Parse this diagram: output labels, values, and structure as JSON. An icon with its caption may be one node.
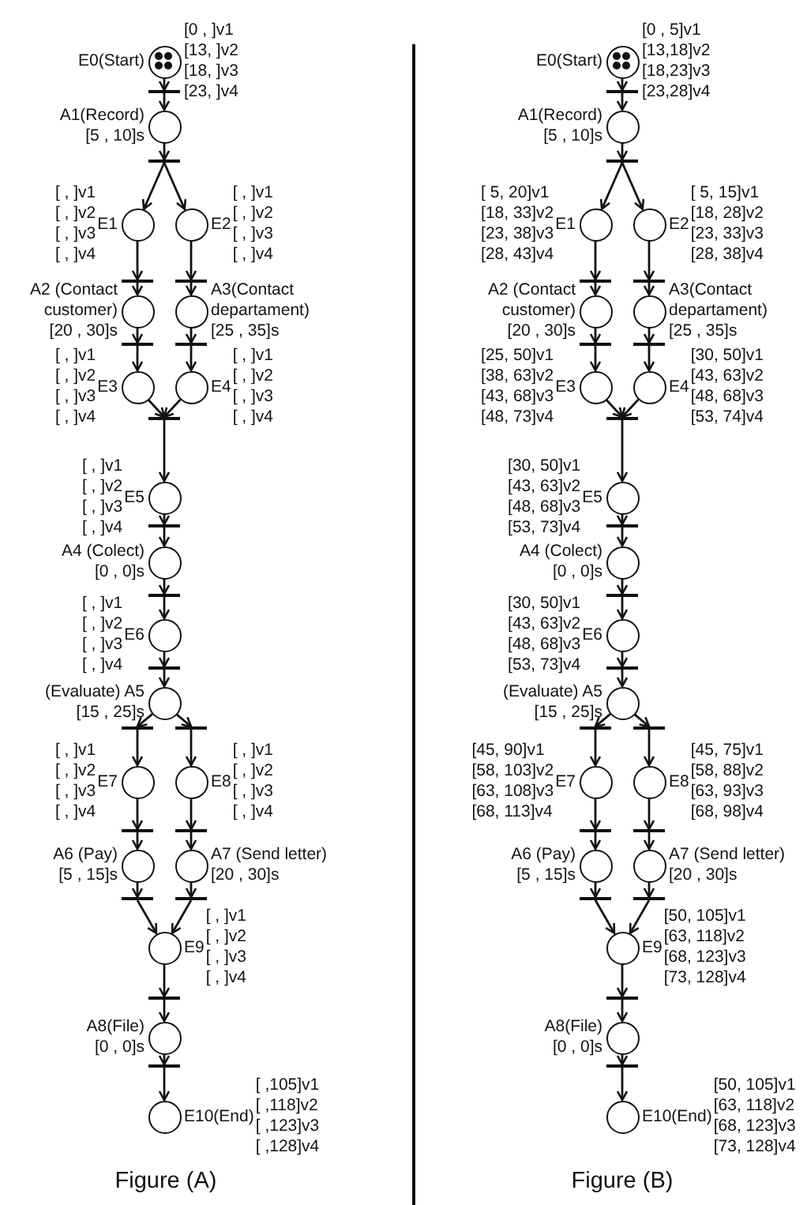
{
  "diagram": {
    "nodes": [
      {
        "text": [],
        "shape": "circle",
        "beside": [
          "E0(Start)",
          "[0 , ]v1",
          "[13, ]v2",
          "[18, ]v3",
          "[23, ]v4"
        ]
      },
      {
        "text": [],
        "shape": "bar"
      },
      {
        "text": [],
        "shape": "circle",
        "beside": [
          "A1(Record)",
          "[5 , 10]s"
        ]
      },
      {
        "text": [],
        "shape": "bar"
      },
      {
        "text": [],
        "shape": "circle",
        "beside": [
          "E1",
          "[ , ]v1",
          "[ , ]v2",
          "[ , ]v3",
          "[ , ]v4"
        ]
      },
      {
        "text": [],
        "shape": "circle",
        "beside": [
          "E2",
          "[ , ]v1",
          "[ , ]v2",
          "[ , ]v3",
          "[ , ]v4"
        ]
      },
      {
        "text": [],
        "shape": "bar"
      },
      {
        "text": [],
        "shape": "bar"
      },
      {
        "text": [],
        "shape": "circle",
        "beside": [
          "A2 (Contact customer)",
          "[20 , 30]s"
        ]
      },
      {
        "text": [],
        "shape": "circle",
        "beside": [
          "A3(Contact departament)",
          "[25 , 35]s"
        ]
      },
      {
        "text": [],
        "shape": "bar"
      },
      {
        "text": [],
        "shape": "bar"
      },
      {
        "text": [],
        "shape": "circle",
        "beside": [
          "E3",
          "[ , ]v1",
          "[ , ]v2",
          "[ , ]v3",
          "[ , ]v4"
        ]
      },
      {
        "text": [],
        "shape": "circle",
        "beside": [
          "E4",
          "[ , ]v1",
          "[ , ]v2",
          "[ , ]v3",
          "[ , ]v4"
        ]
      },
      {
        "text": [],
        "shape": "bar"
      },
      {
        "text": [],
        "shape": "circle",
        "beside": [
          "E5",
          "[ , ]v1",
          "[ , ]v2",
          "[ , ]v3",
          "[ , ]v4"
        ]
      },
      {
        "text": [],
        "shape": "bar"
      },
      {
        "text": [],
        "shape": "circle",
        "beside": [
          "A4 (Colect)",
          "[0 , 0]s"
        ]
      },
      {
        "text": [],
        "shape": "bar"
      },
      {
        "text": [],
        "shape": "circle",
        "beside": [
          "E6",
          "[ , ]v1",
          "[ , ]v2",
          "[ , ]v3",
          "[ , ]v4"
        ]
      },
      {
        "text": [],
        "shape": "bar"
      },
      {
        "text": [],
        "shape": "circle",
        "beside": [
          "(Evaluate) A5",
          "[15 , 25]s"
        ]
      },
      {
        "text": [],
        "shape": "bar"
      },
      {
        "text": [],
        "shape": "bar"
      },
      {
        "text": [],
        "shape": "circle",
        "beside": [
          "E7",
          "[ , ]v1",
          "[ , ]v2",
          "[ , ]v3",
          "[ , ]v4"
        ]
      },
      {
        "text": [],
        "shape": "circle",
        "beside": [
          "E8",
          "[ , ]v1",
          "[ , ]v2",
          "[ , ]v3",
          "[ , ]v4"
        ]
      },
      {
        "text": [],
        "shape": "bar"
      },
      {
        "text": [],
        "shape": "bar"
      },
      {
        "text": [],
        "shape": "circle",
        "beside": [
          "A6 (Pay)",
          "[5 , 15]s"
        ]
      },
      {
        "text": [],
        "shape": "circle",
        "beside": [
          "A7 (Send letter)",
          "[20 , 30]s"
        ]
      },
      {
        "text": [],
        "shape": "bar"
      },
      {
        "text": [],
        "shape": "bar"
      },
      {
        "text": [],
        "shape": "circle",
        "beside": [
          "E9",
          "[ , ]v1",
          "[ , ]v2",
          "[ , ]v3",
          "[ , ]v4"
        ]
      },
      {
        "text": [],
        "shape": "bar"
      },
      {
        "text": [],
        "shape": "circle",
        "beside": [
          "A8(File)",
          "[0 , 0]s"
        ]
      },
      {
        "text": [],
        "shape": "bar"
      },
      {
        "text": [],
        "shape": "circle",
        "beside": [
          "E10(End)",
          "[ ,105]v1",
          "[ ,118]v2",
          "[ ,123]v3",
          "[ ,128]v4"
        ]
      },
      {
        "text": [],
        "shape": "circle",
        "beside": [
          "E0(Start)",
          "[0 , 5]v1",
          "[13,18]v2",
          "[18,23]v3",
          "[23,28]v4"
        ]
      },
      {
        "text": [],
        "shape": "bar"
      },
      {
        "text": [],
        "shape": "circle",
        "beside": [
          "A1(Record)",
          "[5 , 10]s"
        ]
      },
      {
        "text": [],
        "shape": "bar"
      },
      {
        "text": [],
        "shape": "circle",
        "beside": [
          "E1",
          "[ 5, 20]v1",
          "[18, 33]v2",
          "[23, 38]v3",
          "[28, 43]v4"
        ]
      },
      {
        "text": [],
        "shape": "circle",
        "beside": [
          "E2",
          "[ 5, 15]v1",
          "[18, 28]v2",
          "[23, 33]v3",
          "[28, 38]v4"
        ]
      },
      {
        "text": [],
        "shape": "bar"
      },
      {
        "text": [],
        "shape": "bar"
      },
      {
        "text": [],
        "shape": "circle",
        "beside": [
          "A2 (Contact customer)",
          "[20 , 30]s"
        ]
      },
      {
        "text": [],
        "shape": "circle",
        "beside": [
          "A3(Contact departament)",
          "[25 , 35]s"
        ]
      },
      {
        "text": [],
        "shape": "bar"
      },
      {
        "text": [],
        "shape": "bar"
      },
      {
        "text": [],
        "shape": "circle",
        "beside": [
          "E3",
          "[25, 50]v1",
          "[38, 63]v2",
          "[43, 68]v3",
          "[48, 73]v4"
        ]
      },
      {
        "text": [],
        "shape": "circle",
        "beside": [
          "E4",
          "[30, 50]v1",
          "[43, 63]v2",
          "[48, 68]v3",
          "[53, 74]v4"
        ]
      },
      {
        "text": [],
        "shape": "bar"
      },
      {
        "text": [],
        "shape": "circle",
        "beside": [
          "E5",
          "[30, 50]v1",
          "[43, 63]v2",
          "[48, 68]v3",
          "[53, 73]v4"
        ]
      },
      {
        "text": [],
        "shape": "bar"
      },
      {
        "text": [],
        "shape": "circle",
        "beside": [
          "A4 (Colect)",
          "[0 , 0]s"
        ]
      },
      {
        "text": [],
        "shape": "bar"
      },
      {
        "text": [],
        "shape": "circle",
        "beside": [
          "E6",
          "[30, 50]v1",
          "[43, 63]v2",
          "[48, 68]v3",
          "[53, 73]v4"
        ]
      },
      {
        "text": [],
        "shape": "bar"
      },
      {
        "text": [],
        "shape": "circle",
        "beside": [
          "(Evaluate) A5",
          "[15 , 25]s"
        ]
      },
      {
        "text": [],
        "shape": "bar"
      },
      {
        "text": [],
        "shape": "bar"
      },
      {
        "text": [],
        "shape": "circle",
        "beside": [
          "E7",
          "[45, 90]v1",
          "[58, 103]v2",
          "[63, 108]v3",
          "[68, 113]v4"
        ]
      },
      {
        "text": [],
        "shape": "circle",
        "beside": [
          "E8",
          "[45, 75]v1",
          "[58, 88]v2",
          "[63, 93]v3",
          "[68, 98]v4"
        ]
      },
      {
        "text": [],
        "shape": "bar"
      },
      {
        "text": [],
        "shape": "bar"
      },
      {
        "text": [],
        "shape": "circle",
        "beside": [
          "A6 (Pay)",
          "[5 , 15]s"
        ]
      },
      {
        "text": [],
        "shape": "circle",
        "beside": [
          "A7 (Send letter)",
          "[20 , 30]s"
        ]
      },
      {
        "text": [],
        "shape": "bar"
      },
      {
        "text": [],
        "shape": "bar"
      },
      {
        "text": [],
        "shape": "circle",
        "beside": [
          "E9",
          "[50, 105]v1",
          "[63, 118]v2",
          "[68, 123]v3",
          "[73, 128]v4"
        ]
      },
      {
        "text": [],
        "shape": "bar"
      },
      {
        "text": [],
        "shape": "circle",
        "beside": [
          "A8(File)",
          "[0 , 0]s"
        ]
      },
      {
        "text": [],
        "shape": "bar"
      },
      {
        "text": [],
        "shape": "circle",
        "beside": [
          "E10(End)",
          "[50, 105]v1",
          "[63, 118]v2",
          "[68, 123]v3",
          "[73, 128]v4"
        ]
      }
    ],
    "edges": [
      {
        "from": 0,
        "to": 1,
        "arrow": "to"
      },
      {
        "from": 1,
        "to": 2,
        "arrow": "to"
      },
      {
        "from": 2,
        "to": 3,
        "arrow": "to"
      },
      {
        "from": 3,
        "to": 4,
        "arrow": "to"
      },
      {
        "from": 3,
        "to": 5,
        "arrow": "to"
      },
      {
        "from": 4,
        "to": 6,
        "arrow": "to"
      },
      {
        "from": 6,
        "to": 8,
        "arrow": "to"
      },
      {
        "from": 5,
        "to": 7,
        "arrow": "to"
      },
      {
        "from": 7,
        "to": 9,
        "arrow": "to"
      },
      {
        "from": 8,
        "to": 10,
        "arrow": "to"
      },
      {
        "from": 10,
        "to": 12,
        "arrow": "to"
      },
      {
        "from": 9,
        "to": 11,
        "arrow": "to"
      },
      {
        "from": 11,
        "to": 13,
        "arrow": "to"
      },
      {
        "from": 12,
        "to": 14,
        "arrow": "to"
      },
      {
        "from": 13,
        "to": 14,
        "arrow": "to"
      },
      {
        "from": 14,
        "to": 15,
        "arrow": "to"
      },
      {
        "from": 15,
        "to": 16,
        "arrow": "to"
      },
      {
        "from": 16,
        "to": 17,
        "arrow": "to"
      },
      {
        "from": 17,
        "to": 18,
        "arrow": "to"
      },
      {
        "from": 18,
        "to": 19,
        "arrow": "to"
      },
      {
        "from": 19,
        "to": 20,
        "arrow": "to"
      },
      {
        "from": 20,
        "to": 21,
        "arrow": "to"
      },
      {
        "from": 21,
        "to": 22,
        "arrow": "to"
      },
      {
        "from": 21,
        "to": 23,
        "arrow": "to"
      },
      {
        "from": 22,
        "to": 24,
        "arrow": "to"
      },
      {
        "from": 23,
        "to": 25,
        "arrow": "to"
      },
      {
        "from": 24,
        "to": 26,
        "arrow": "to"
      },
      {
        "from": 26,
        "to": 28,
        "arrow": "to"
      },
      {
        "from": 25,
        "to": 27,
        "arrow": "to"
      },
      {
        "from": 27,
        "to": 29,
        "arrow": "to"
      },
      {
        "from": 28,
        "to": 30,
        "arrow": "to"
      },
      {
        "from": 29,
        "to": 31,
        "arrow": "to"
      },
      {
        "from": 30,
        "to": 32,
        "arrow": "to"
      },
      {
        "from": 31,
        "to": 32,
        "arrow": "to"
      },
      {
        "from": 32,
        "to": 33,
        "arrow": "to"
      },
      {
        "from": 33,
        "to": 34,
        "arrow": "to"
      },
      {
        "from": 34,
        "to": 35,
        "arrow": "to"
      },
      {
        "from": 35,
        "to": 36,
        "arrow": "to"
      },
      {
        "from": 37,
        "to": 38,
        "arrow": "to"
      },
      {
        "from": 38,
        "to": 39,
        "arrow": "to"
      },
      {
        "from": 39,
        "to": 40,
        "arrow": "to"
      },
      {
        "from": 40,
        "to": 41,
        "arrow": "to"
      },
      {
        "from": 40,
        "to": 42,
        "arrow": "to"
      },
      {
        "from": 41,
        "to": 43,
        "arrow": "to"
      },
      {
        "from": 43,
        "to": 45,
        "arrow": "to"
      },
      {
        "from": 42,
        "to": 44,
        "arrow": "to"
      },
      {
        "from": 44,
        "to": 46,
        "arrow": "to"
      },
      {
        "from": 45,
        "to": 47,
        "arrow": "to"
      },
      {
        "from": 47,
        "to": 49,
        "arrow": "to"
      },
      {
        "from": 46,
        "to": 48,
        "arrow": "to"
      },
      {
        "from": 48,
        "to": 50,
        "arrow": "to"
      },
      {
        "from": 49,
        "to": 51,
        "arrow": "to"
      },
      {
        "from": 50,
        "to": 51,
        "arrow": "to"
      },
      {
        "from": 51,
        "to": 52,
        "arrow": "to"
      },
      {
        "from": 52,
        "to": 53,
        "arrow": "to"
      },
      {
        "from": 53,
        "to": 54,
        "arrow": "to"
      },
      {
        "from": 54,
        "to": 55,
        "arrow": "to"
      },
      {
        "from": 55,
        "to": 56,
        "arrow": "to"
      },
      {
        "from": 56,
        "to": 57,
        "arrow": "to"
      },
      {
        "from": 57,
        "to": 58,
        "arrow": "to"
      },
      {
        "from": 58,
        "to": 59,
        "arrow": "to"
      },
      {
        "from": 58,
        "to": 60,
        "arrow": "to"
      },
      {
        "from": 59,
        "to": 61,
        "arrow": "to"
      },
      {
        "from": 60,
        "to": 62,
        "arrow": "to"
      },
      {
        "from": 61,
        "to": 63,
        "arrow": "to"
      },
      {
        "from": 63,
        "to": 65,
        "arrow": "to"
      },
      {
        "from": 62,
        "to": 64,
        "arrow": "to"
      },
      {
        "from": 64,
        "to": 66,
        "arrow": "to"
      },
      {
        "from": 65,
        "to": 67,
        "arrow": "to"
      },
      {
        "from": 66,
        "to": 68,
        "arrow": "to"
      },
      {
        "from": 67,
        "to": 69,
        "arrow": "to"
      },
      {
        "from": 68,
        "to": 69,
        "arrow": "to"
      },
      {
        "from": 69,
        "to": 70,
        "arrow": "to"
      },
      {
        "from": 70,
        "to": 71,
        "arrow": "to"
      },
      {
        "from": 71,
        "to": 72,
        "arrow": "to"
      },
      {
        "from": 72,
        "to": 73,
        "arrow": "to"
      }
    ],
    "labels": [
      "Figure (A)",
      "Figure (B)"
    ]
  }
}
